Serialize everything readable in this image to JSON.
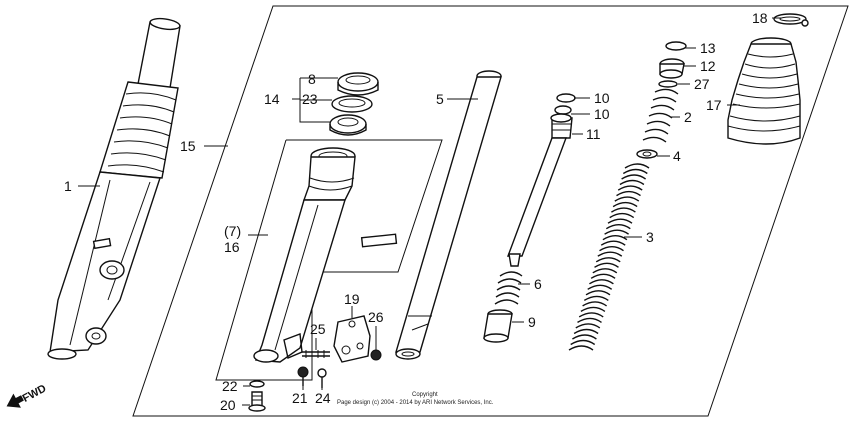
{
  "callouts": {
    "c1": "1",
    "c2": "2",
    "c3": "3",
    "c4": "4",
    "c5": "5",
    "c6": "6",
    "c7": "(7)",
    "c8": "8",
    "c9": "9",
    "c10a": "10",
    "c10b": "10",
    "c11": "11",
    "c12": "12",
    "c13": "13",
    "c14": "14",
    "c15": "15",
    "c16": "16",
    "c17": "17",
    "c18": "18",
    "c19": "19",
    "c20": "20",
    "c21": "21",
    "c22": "22",
    "c23": "23",
    "c24": "24",
    "c25": "25",
    "c26": "26",
    "c27": "27"
  },
  "direction_label": "FWD",
  "copyright": {
    "line1": "Copyright",
    "line2": "Page design (c) 2004 - 2014 by ARI Network Services, Inc."
  }
}
